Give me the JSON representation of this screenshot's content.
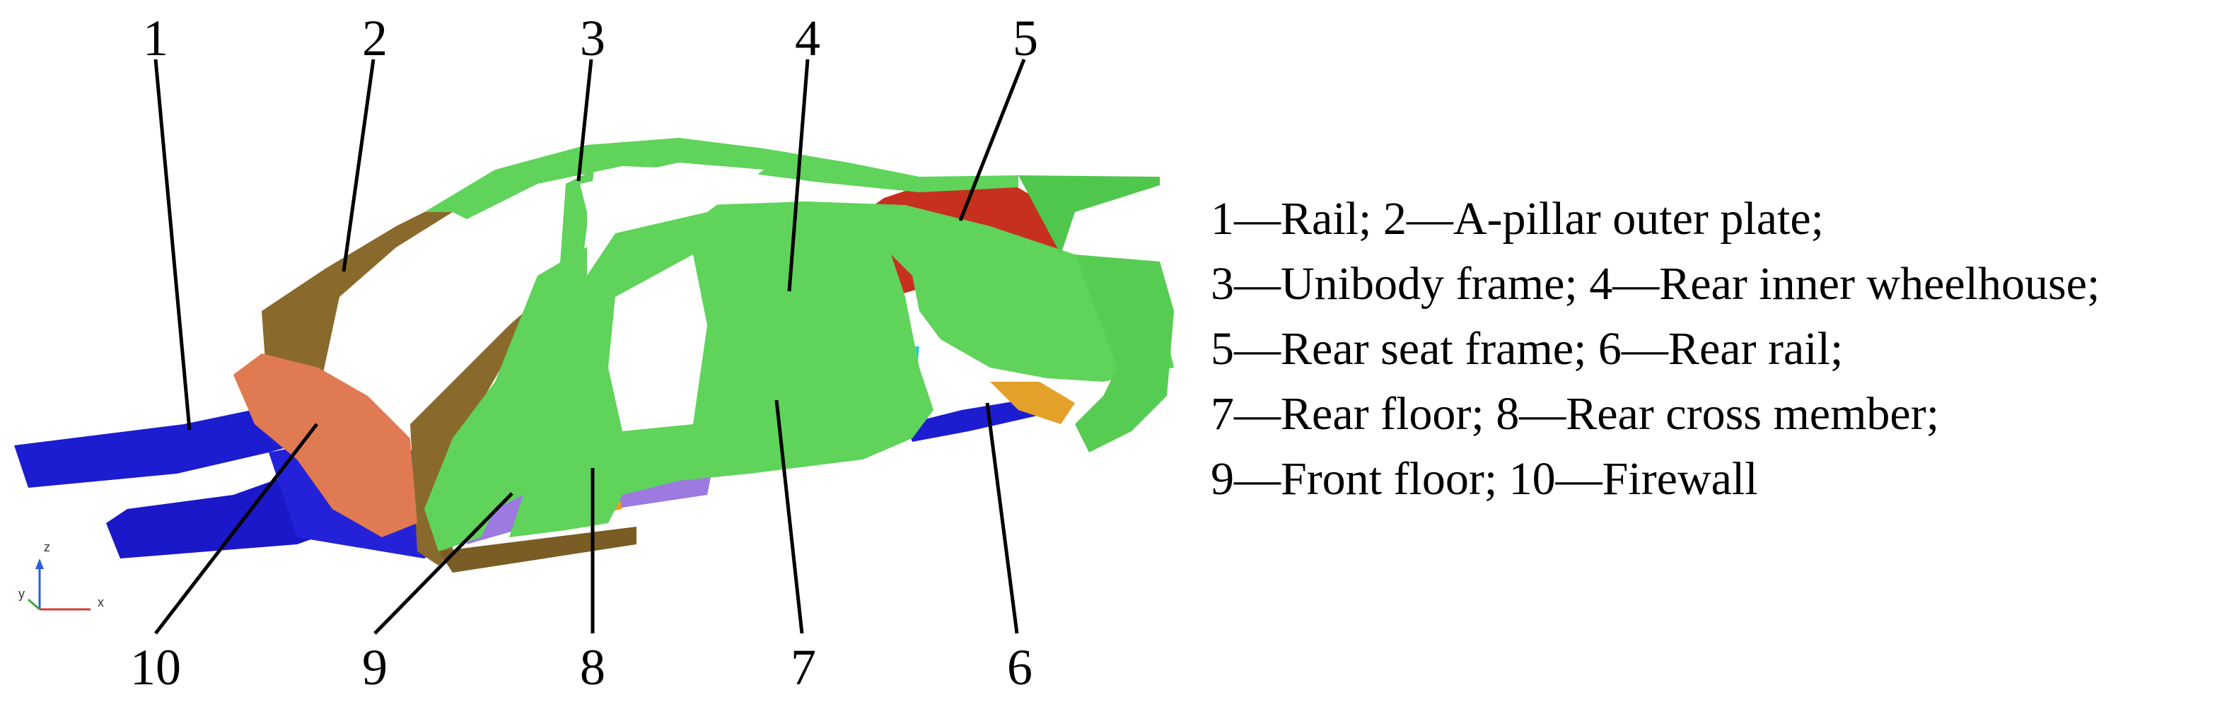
{
  "callouts": {
    "c1": "1",
    "c2": "2",
    "c3": "3",
    "c4": "4",
    "c5": "5",
    "c6": "6",
    "c7": "7",
    "c8": "8",
    "c9": "9",
    "c10": "10"
  },
  "legend": {
    "line1": "1—Rail; 2—A-pillar outer plate;",
    "line2": "3—Unibody frame; 4—Rear inner wheelhouse;",
    "line3": "5—Rear seat frame; 6—Rear rail;",
    "line4": "7—Rear floor; 8—Rear cross member;",
    "line5": "9—Front floor; 10—Firewall"
  },
  "axis_triad": {
    "z": "z",
    "y": "y",
    "x": "x"
  },
  "colors": {
    "unibody_green": "#5fd35a",
    "rail_blue": "#1c1cd0",
    "a_pillar_brown": "#8a6a2c",
    "firewall_salmon": "#e07a52",
    "wheelhouse_orange": "#e3a12a",
    "seat_frame_red": "#c7301e",
    "floor_cyan": "#22d0d6",
    "front_floor_purple": "#9c7ae0"
  }
}
